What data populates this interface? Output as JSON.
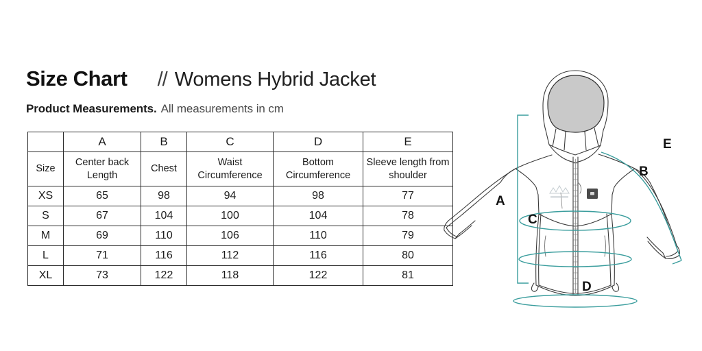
{
  "header": {
    "title": "Size Chart",
    "separator": "//",
    "product": "Womens Hybrid Jacket",
    "subtitle_strong": "Product Measurements.",
    "subtitle_rest": "All measurements in cm"
  },
  "table": {
    "letter_row": [
      "",
      "A",
      "B",
      "C",
      "D",
      "E"
    ],
    "label_row": [
      "Size",
      "Center back Length",
      "Chest",
      "Waist Circumference",
      "Bottom Circumference",
      "Sleeve length from shoulder"
    ],
    "rows": [
      {
        "size": "XS",
        "a": "65",
        "b": "98",
        "c": "94",
        "d": "98",
        "e": "77"
      },
      {
        "size": "S",
        "a": "67",
        "b": "104",
        "c": "100",
        "d": "104",
        "e": "78"
      },
      {
        "size": "M",
        "a": "69",
        "b": "110",
        "c": "106",
        "d": "110",
        "e": "79"
      },
      {
        "size": "L",
        "a": "71",
        "b": "116",
        "c": "112",
        "d": "116",
        "e": "80"
      },
      {
        "size": "XL",
        "a": "73",
        "b": "122",
        "c": "118",
        "d": "122",
        "e": "81"
      }
    ]
  },
  "diagram": {
    "letters": {
      "a": "A",
      "b": "B",
      "c": "C",
      "d": "D",
      "e": "E"
    }
  },
  "colors": {
    "measure_teal": "#3a9d9d",
    "outline": "#3a3a3a",
    "hood_fill": "#c9c9c9",
    "text": "#1a1a1a",
    "background": "#ffffff"
  }
}
